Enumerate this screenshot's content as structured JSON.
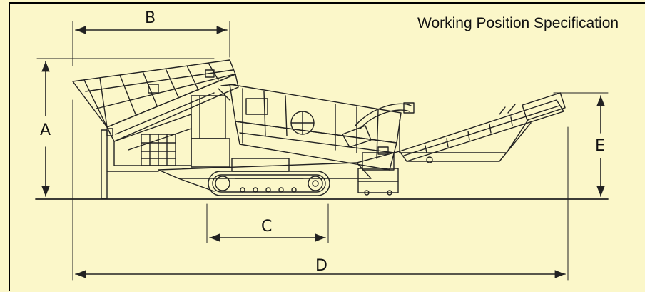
{
  "title": "Working Position Specification",
  "dimensions": {
    "a": "A",
    "b": "B",
    "c": "C",
    "d": "D",
    "e": "E"
  },
  "colors": {
    "background": "#fbf7c9",
    "line": "#222222"
  }
}
